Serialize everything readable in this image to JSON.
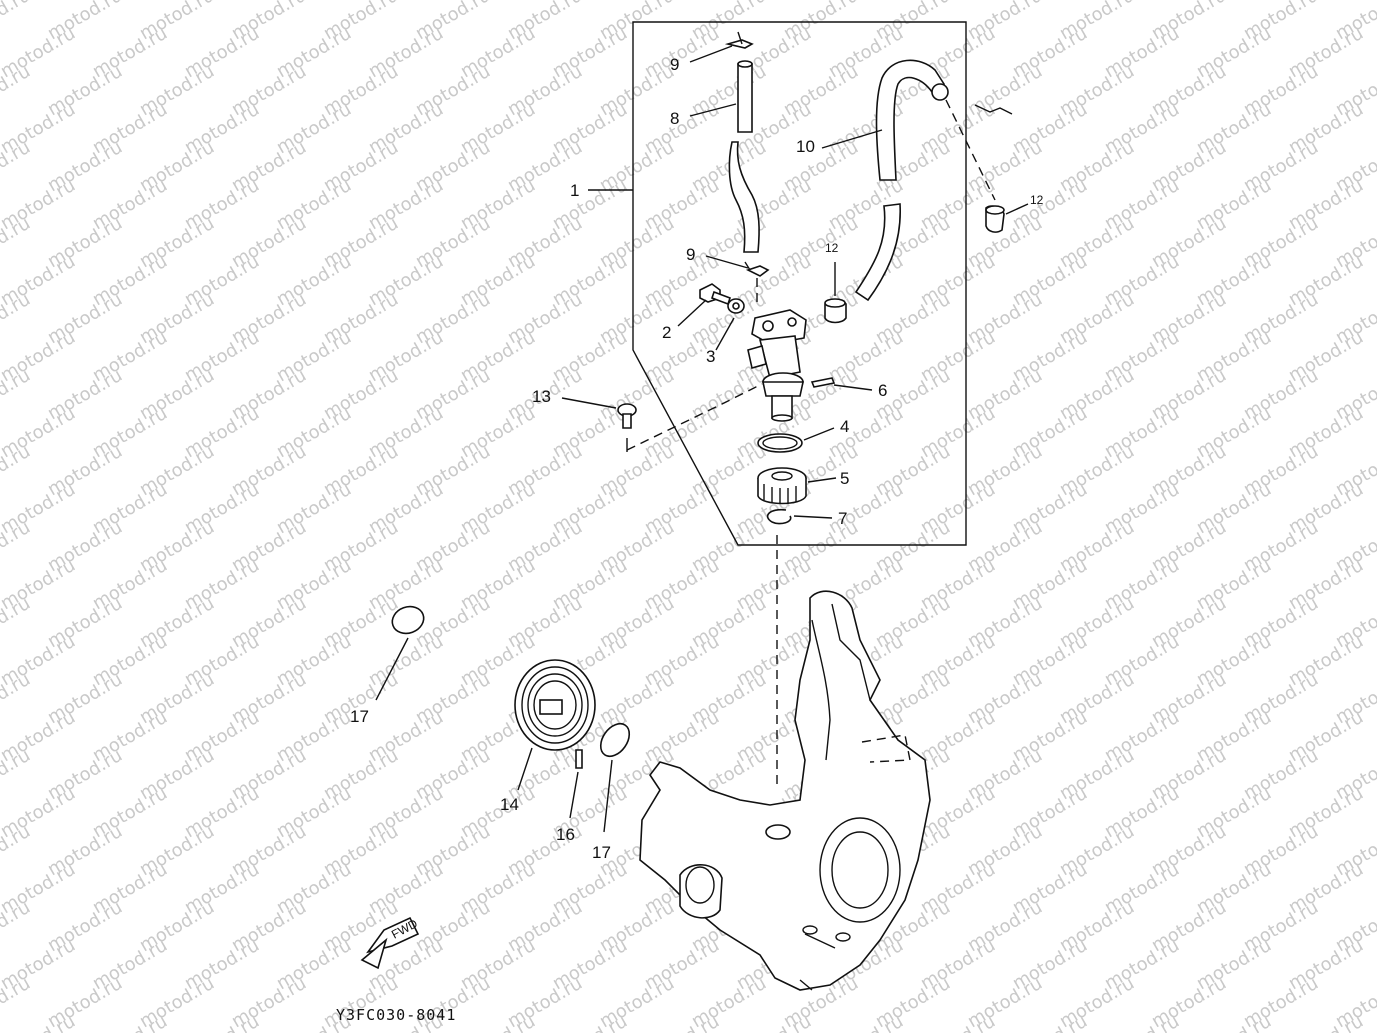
{
  "watermark": "motod.ru",
  "diagram_code": "Y3FC030-8041",
  "direction_arrow": "FWD",
  "callouts": {
    "c1": "1",
    "c2": "2",
    "c3": "3",
    "c4": "4",
    "c5": "5",
    "c6": "6",
    "c7": "7",
    "c8": "8",
    "c9a": "9",
    "c9b": "9",
    "c10": "10",
    "c12a": "12",
    "c12b": "12",
    "c13": "13",
    "c14": "14",
    "c16": "16",
    "c17a": "17",
    "c17b": "17"
  }
}
